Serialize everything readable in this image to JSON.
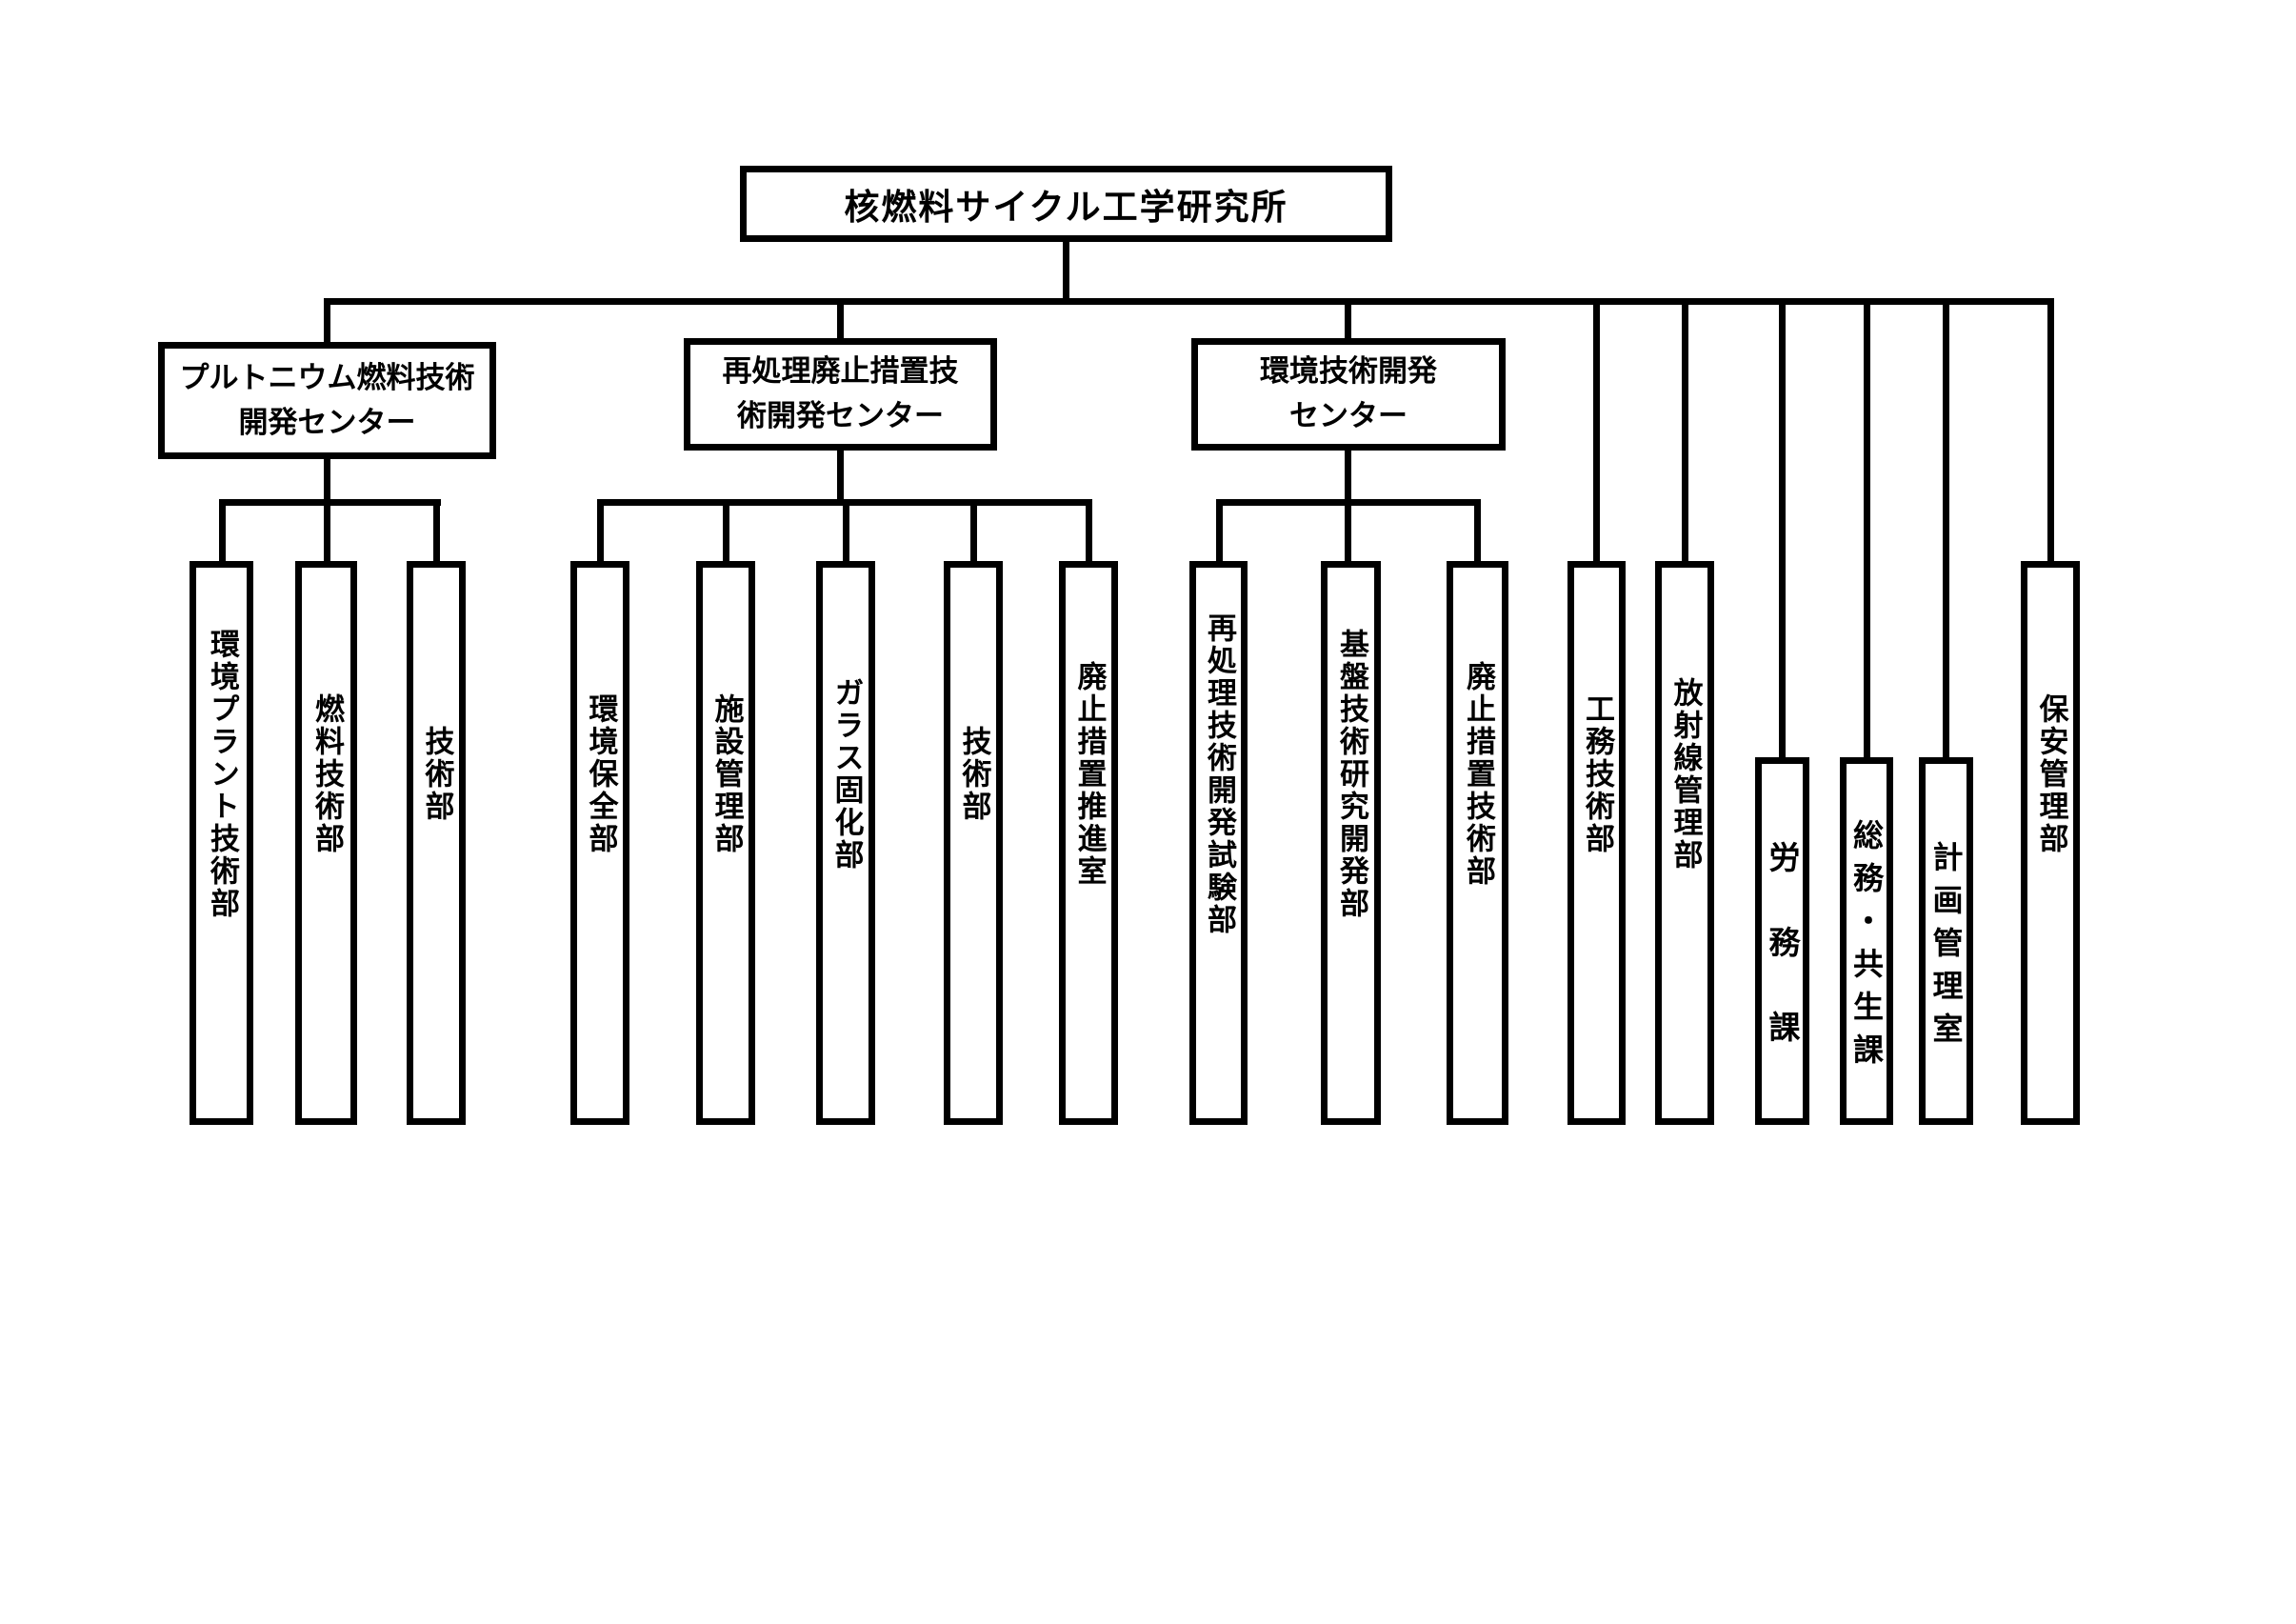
{
  "colors": {
    "line": "#000000",
    "background": "#ffffff",
    "text": "#000000"
  },
  "root": {
    "label": "核燃料サイクル工学研究所"
  },
  "centers": [
    {
      "label": "プルトニウム燃料技術\n開発センター",
      "departments": [
        {
          "label": "環境プラント技術部"
        },
        {
          "label": "燃料技術部"
        },
        {
          "label": "技術部"
        }
      ]
    },
    {
      "label": "再処理廃止措置技\n術開発センター",
      "departments": [
        {
          "label": "環境保全部"
        },
        {
          "label": "施設管理部"
        },
        {
          "label": "ガラス固化部"
        },
        {
          "label": "技術部"
        },
        {
          "label": "廃止措置推進室"
        }
      ]
    },
    {
      "label": "環境技術開発\nセンター",
      "departments": [
        {
          "label": "再処理技術開発試験部"
        },
        {
          "label": "基盤技術研究開発部"
        },
        {
          "label": "廃止措置技術部"
        }
      ]
    }
  ],
  "direct_departments": [
    {
      "label": "工務技術部"
    },
    {
      "label": "放射線管理部"
    },
    {
      "label": "労務課"
    },
    {
      "label": "総務・共生課"
    },
    {
      "label": "計画管理室"
    },
    {
      "label": "保安管理部"
    }
  ]
}
